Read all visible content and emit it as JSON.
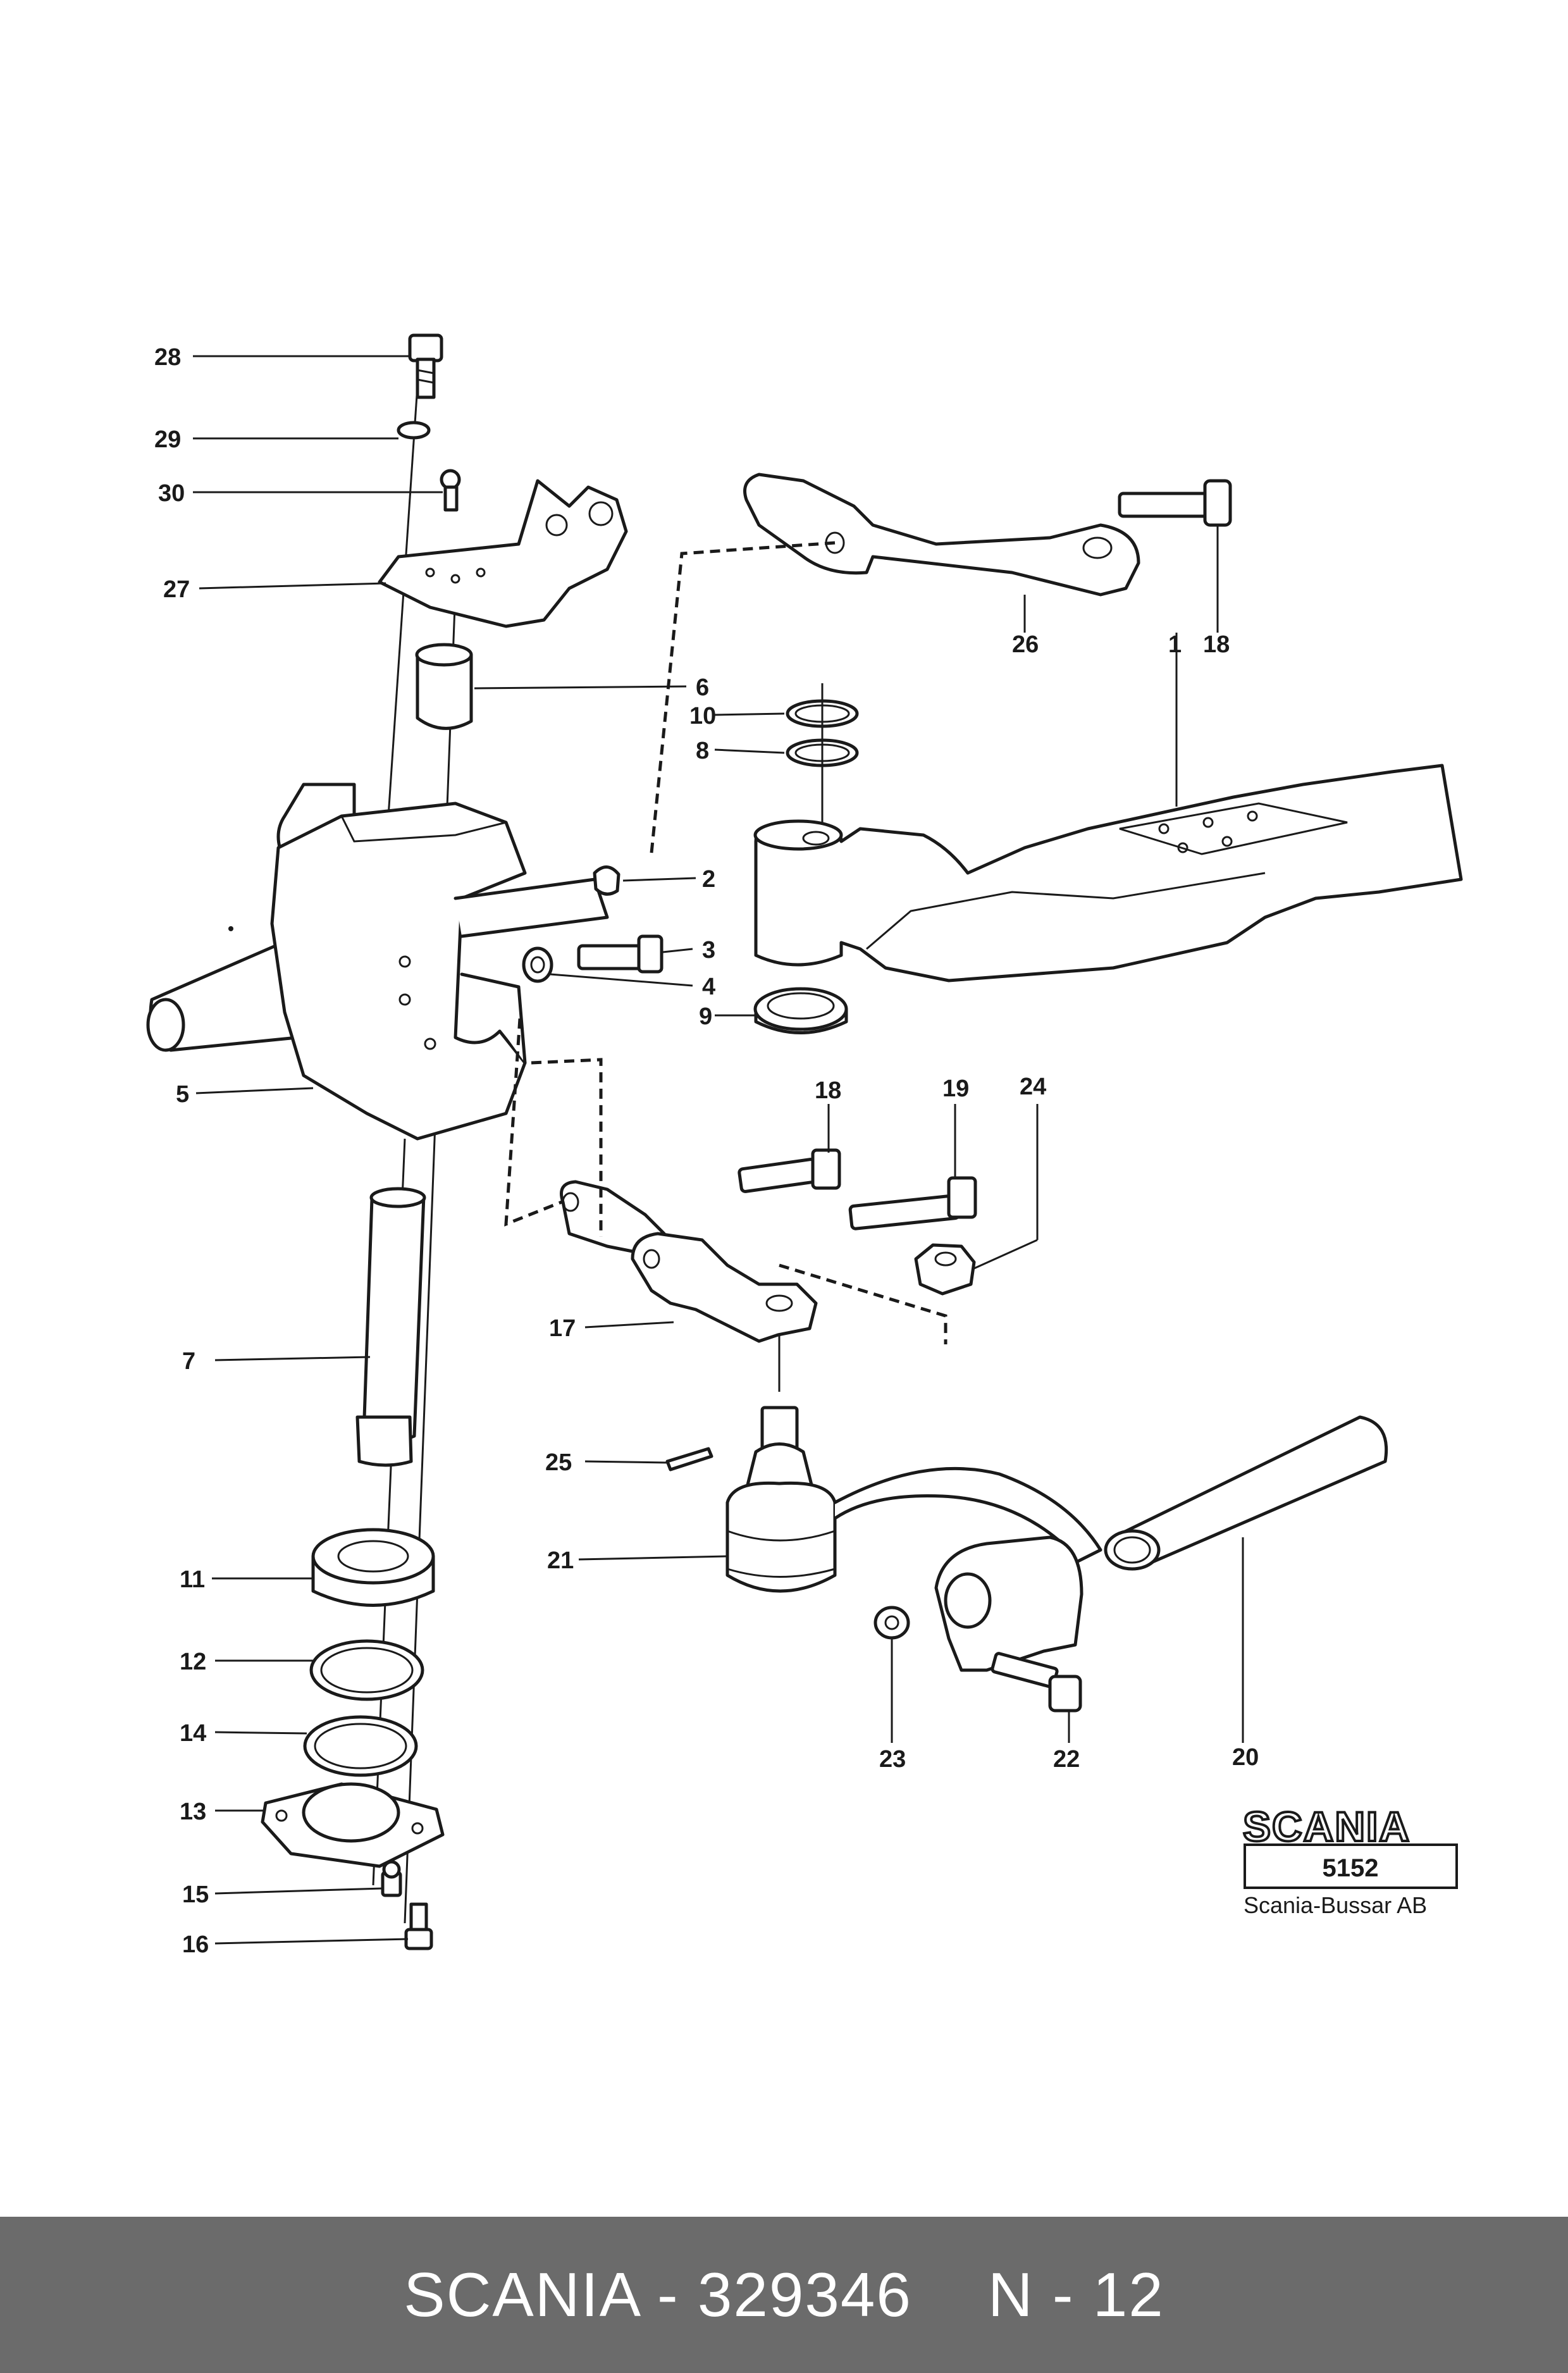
{
  "diagram": {
    "callouts": {
      "p1": "1",
      "p2": "2",
      "p3": "3",
      "p4": "4",
      "p5": "5",
      "p6": "6",
      "p7": "7",
      "p8": "8",
      "p9": "9",
      "p10": "10",
      "p11": "11",
      "p12": "12",
      "p13": "13",
      "p14": "14",
      "p15": "15",
      "p16": "16",
      "p17": "17",
      "p18a": "18",
      "p18b": "18",
      "p19": "19",
      "p20": "20",
      "p21": "21",
      "p22": "22",
      "p23": "23",
      "p24": "24",
      "p25": "25",
      "p26": "26",
      "p27": "27",
      "p28": "28",
      "p29": "29",
      "p30": "30"
    },
    "logo": {
      "brand": "SCANIA",
      "drawing_number": "5152",
      "company": "Scania-Bussar AB"
    }
  },
  "footer": {
    "part_code": "SCANIA - 329346",
    "page_ref": "N - 12",
    "background_color": "#6b6b6b",
    "text_color": "#ffffff"
  }
}
